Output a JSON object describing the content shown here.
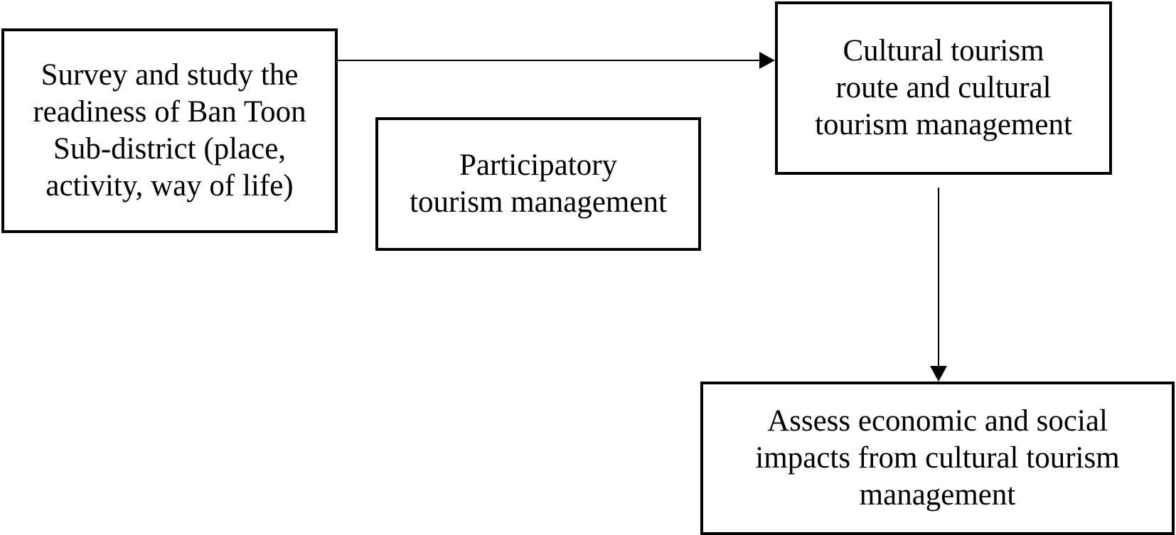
{
  "diagram": {
    "nodes": [
      {
        "id": "survey",
        "text": "Survey and study the\nreadiness of Ban Toon\nSub-district (place,\nactivity, way of life)"
      },
      {
        "id": "participatory",
        "text": "Participatory\ntourism management"
      },
      {
        "id": "route",
        "text": "Cultural tourism\nroute and cultural\ntourism management"
      },
      {
        "id": "assess",
        "text": "Assess economic and social\nimpacts from cultural tourism\nmanagement"
      }
    ],
    "edges": [
      {
        "from": "survey",
        "to": "route"
      },
      {
        "from": "route",
        "to": "assess"
      }
    ],
    "colors": {
      "stroke": "#000000",
      "background": "#ffffff"
    }
  }
}
